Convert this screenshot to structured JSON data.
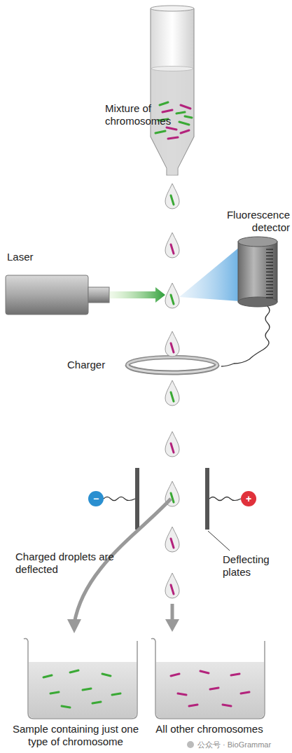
{
  "diagram": {
    "labels": [
      "Mixture of chromosomes",
      "Laser",
      "Fluorescence detector",
      "Charger",
      "−",
      "+",
      "Deflecting plates",
      "Charged droplets are deflected",
      "Sample containing just one type of chromosome",
      "All other chromosomes",
      "公众号 · BioGrammar"
    ]
  }
}
